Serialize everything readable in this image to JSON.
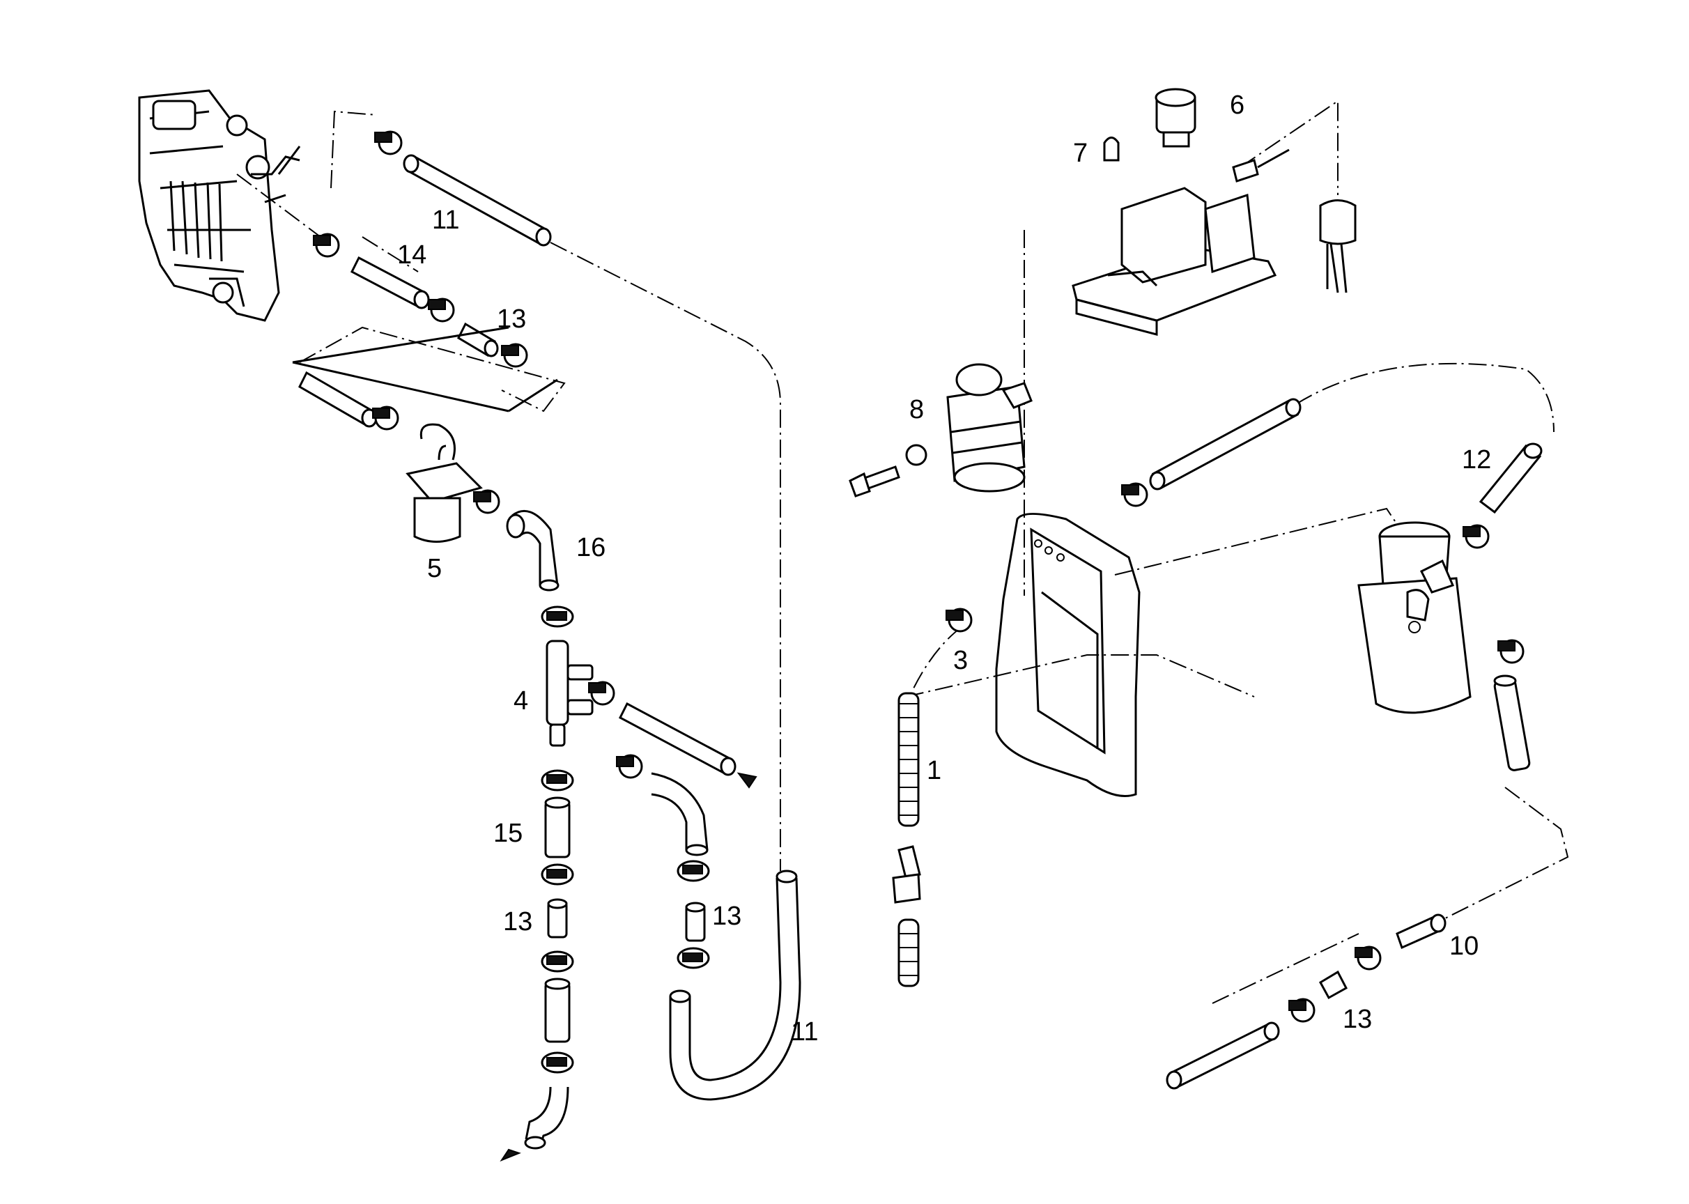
{
  "callouts": {
    "c1": "1",
    "c3": "3",
    "c4": "4",
    "c5": "5",
    "c6": "6",
    "c7": "7",
    "c8": "8",
    "c10": "10",
    "c11a": "11",
    "c11b": "11",
    "c12": "12",
    "c13a": "13",
    "c13b": "13",
    "c13c": "13",
    "c13d": "13",
    "c14": "14",
    "c15": "15",
    "c16": "16"
  }
}
